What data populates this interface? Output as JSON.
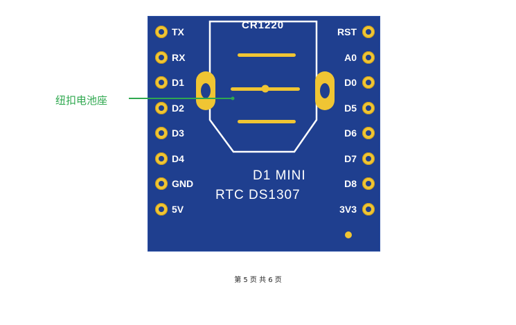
{
  "board": {
    "battery_label": "CR1220",
    "line1": "D1 MINI",
    "line2": "RTC DS1307",
    "left_pins": [
      "TX",
      "RX",
      "D1",
      "D2",
      "D3",
      "D4",
      "GND",
      "5V"
    ],
    "right_pins": [
      "RST",
      "A0",
      "D0",
      "D5",
      "D6",
      "D7",
      "D8",
      "3V3"
    ]
  },
  "annotation": {
    "label": "纽扣电池座"
  },
  "footer": {
    "text": "第 5 页 共 6 页"
  },
  "colors": {
    "pcb": "#1f3f8f",
    "pad": "#f0c533",
    "annotation": "#2fa84f"
  }
}
